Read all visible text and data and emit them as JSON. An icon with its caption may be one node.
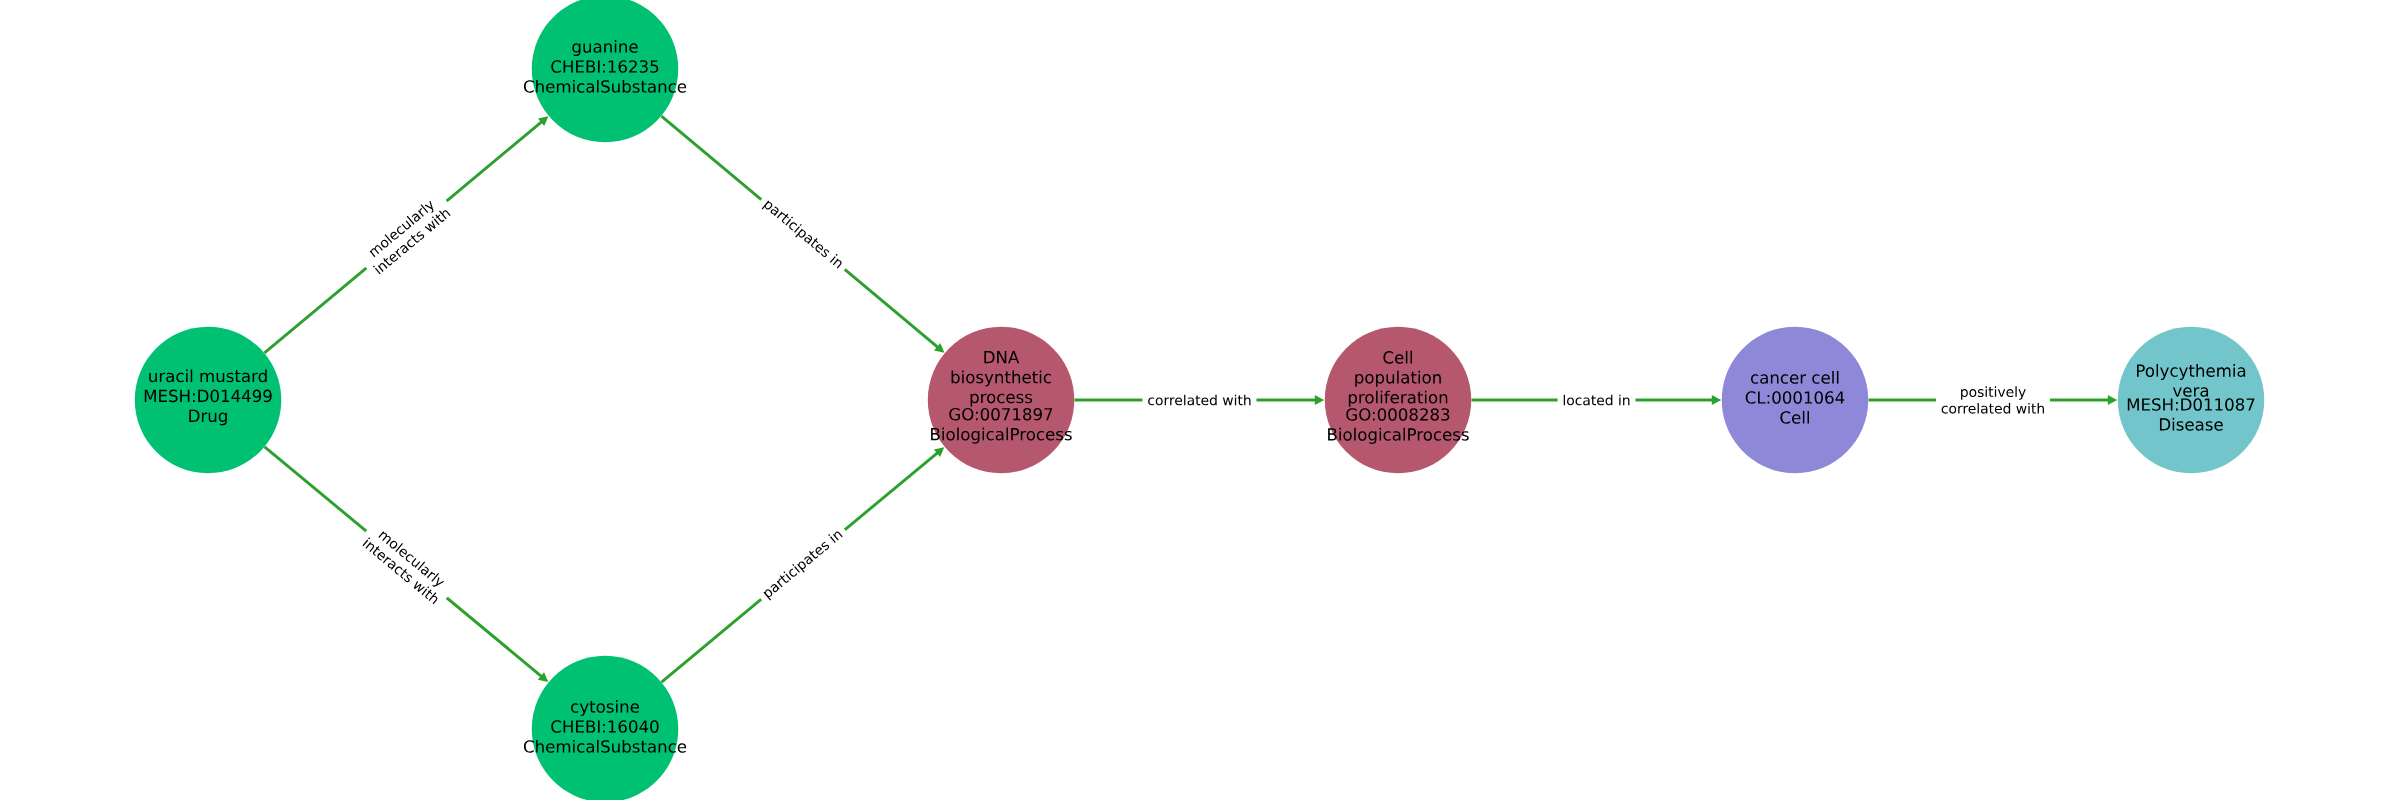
{
  "diagram": {
    "nodes": [
      {
        "text": [
          "uracil mustard",
          "MESH:D014499",
          "Drug"
        ]
      },
      {
        "text": [
          "guanine",
          "CHEBI:16235",
          "ChemicalSubstance"
        ]
      },
      {
        "text": [
          "cytosine",
          "CHEBI:16040",
          "ChemicalSubstance"
        ]
      },
      {
        "text": [
          "DNA biosynthetic process",
          "GO:0071897",
          "BiologicalProcess"
        ]
      },
      {
        "text": [
          "Cell population proliferation",
          "GO:0008283",
          "BiologicalProcess"
        ]
      },
      {
        "text": [
          "cancer cell",
          "CL:0001064",
          "Cell"
        ]
      },
      {
        "text": [
          "Polycythemia vera",
          "MESH:D011087",
          "Disease"
        ]
      }
    ],
    "edges": [
      {
        "from": 0,
        "to": 1,
        "arrow": "to",
        "label": "molecularly interacts with"
      },
      {
        "from": 0,
        "to": 2,
        "arrow": "to",
        "label": "molecularly interacts with"
      },
      {
        "from": 1,
        "to": 3,
        "arrow": "to",
        "label": "participates in"
      },
      {
        "from": 2,
        "to": 3,
        "arrow": "to",
        "label": "participates in"
      },
      {
        "from": 3,
        "to": 4,
        "arrow": "to",
        "label": "correlated with"
      },
      {
        "from": 4,
        "to": 5,
        "arrow": "to",
        "label": "located in"
      },
      {
        "from": 5,
        "to": 6,
        "arrow": "to",
        "label": "positively correlated with"
      }
    ]
  }
}
